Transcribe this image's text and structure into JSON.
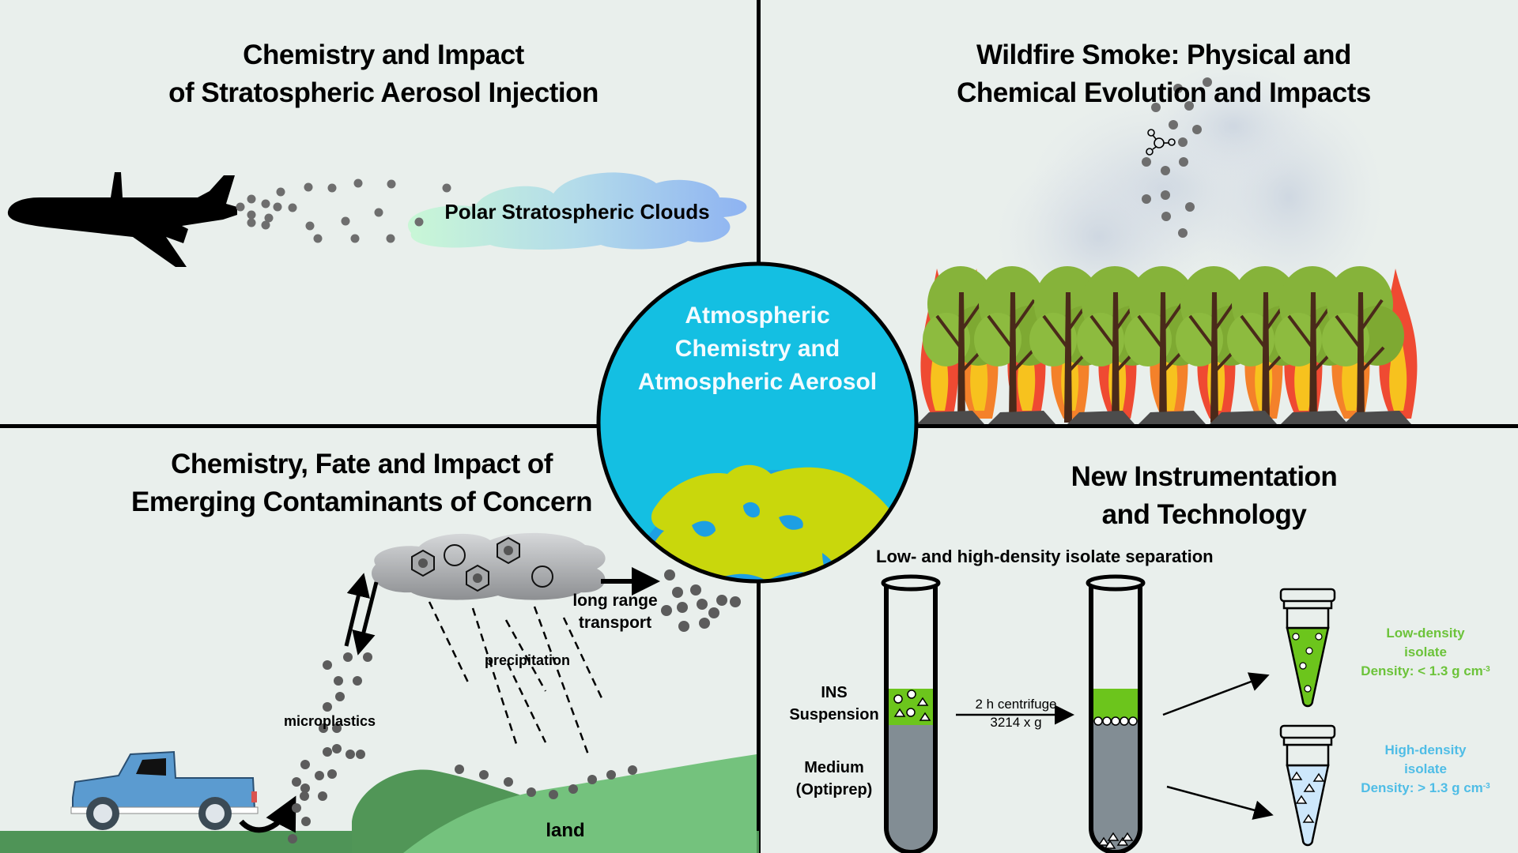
{
  "center": {
    "title_lines": [
      "Atmospheric",
      "Chemistry and",
      "Atmospheric Aerosol"
    ],
    "colors": {
      "sky": "#14bfe2",
      "ocean": "#1d9fe3",
      "land": "#c9d70c"
    }
  },
  "panels": {
    "top_left": {
      "title_lines": [
        "Chemistry and Impact",
        "of Stratospheric Aerosol Injection"
      ],
      "cloud_label": "Polar Stratospheric Clouds"
    },
    "top_right": {
      "title_lines": [
        "Wildfire Smoke: Physical and",
        "Chemical Evolution and Impacts"
      ]
    },
    "bottom_left": {
      "title_lines": [
        "Chemistry, Fate and Impact of",
        "Emerging Contaminants of Concern"
      ],
      "labels": {
        "long_range_1": "long range",
        "long_range_2": "transport",
        "precipitation": "precipitation",
        "microplastics": "microplastics",
        "land": "land"
      }
    },
    "bottom_right": {
      "title_lines": [
        "New Instrumentation",
        "and Technology"
      ],
      "subtitle": "Low- and high-density isolate separation",
      "labels": {
        "ins_1": "INS",
        "ins_2": "Suspension",
        "medium_1": "Medium",
        "medium_2": "(Optiprep)",
        "centrifuge_1": "2 h centrifuge",
        "centrifuge_2": "3214 x g"
      },
      "low_density": {
        "line1": "Low-density",
        "line2": "isolate",
        "line3": "Density: < 1.3 g cm",
        "exp": "-3",
        "color": "#6cc33a"
      },
      "high_density": {
        "line1": "High-density",
        "line2": "isolate",
        "line3": "Density: > 1.3 g cm",
        "exp": "-3",
        "color": "#4fbde6"
      }
    }
  }
}
